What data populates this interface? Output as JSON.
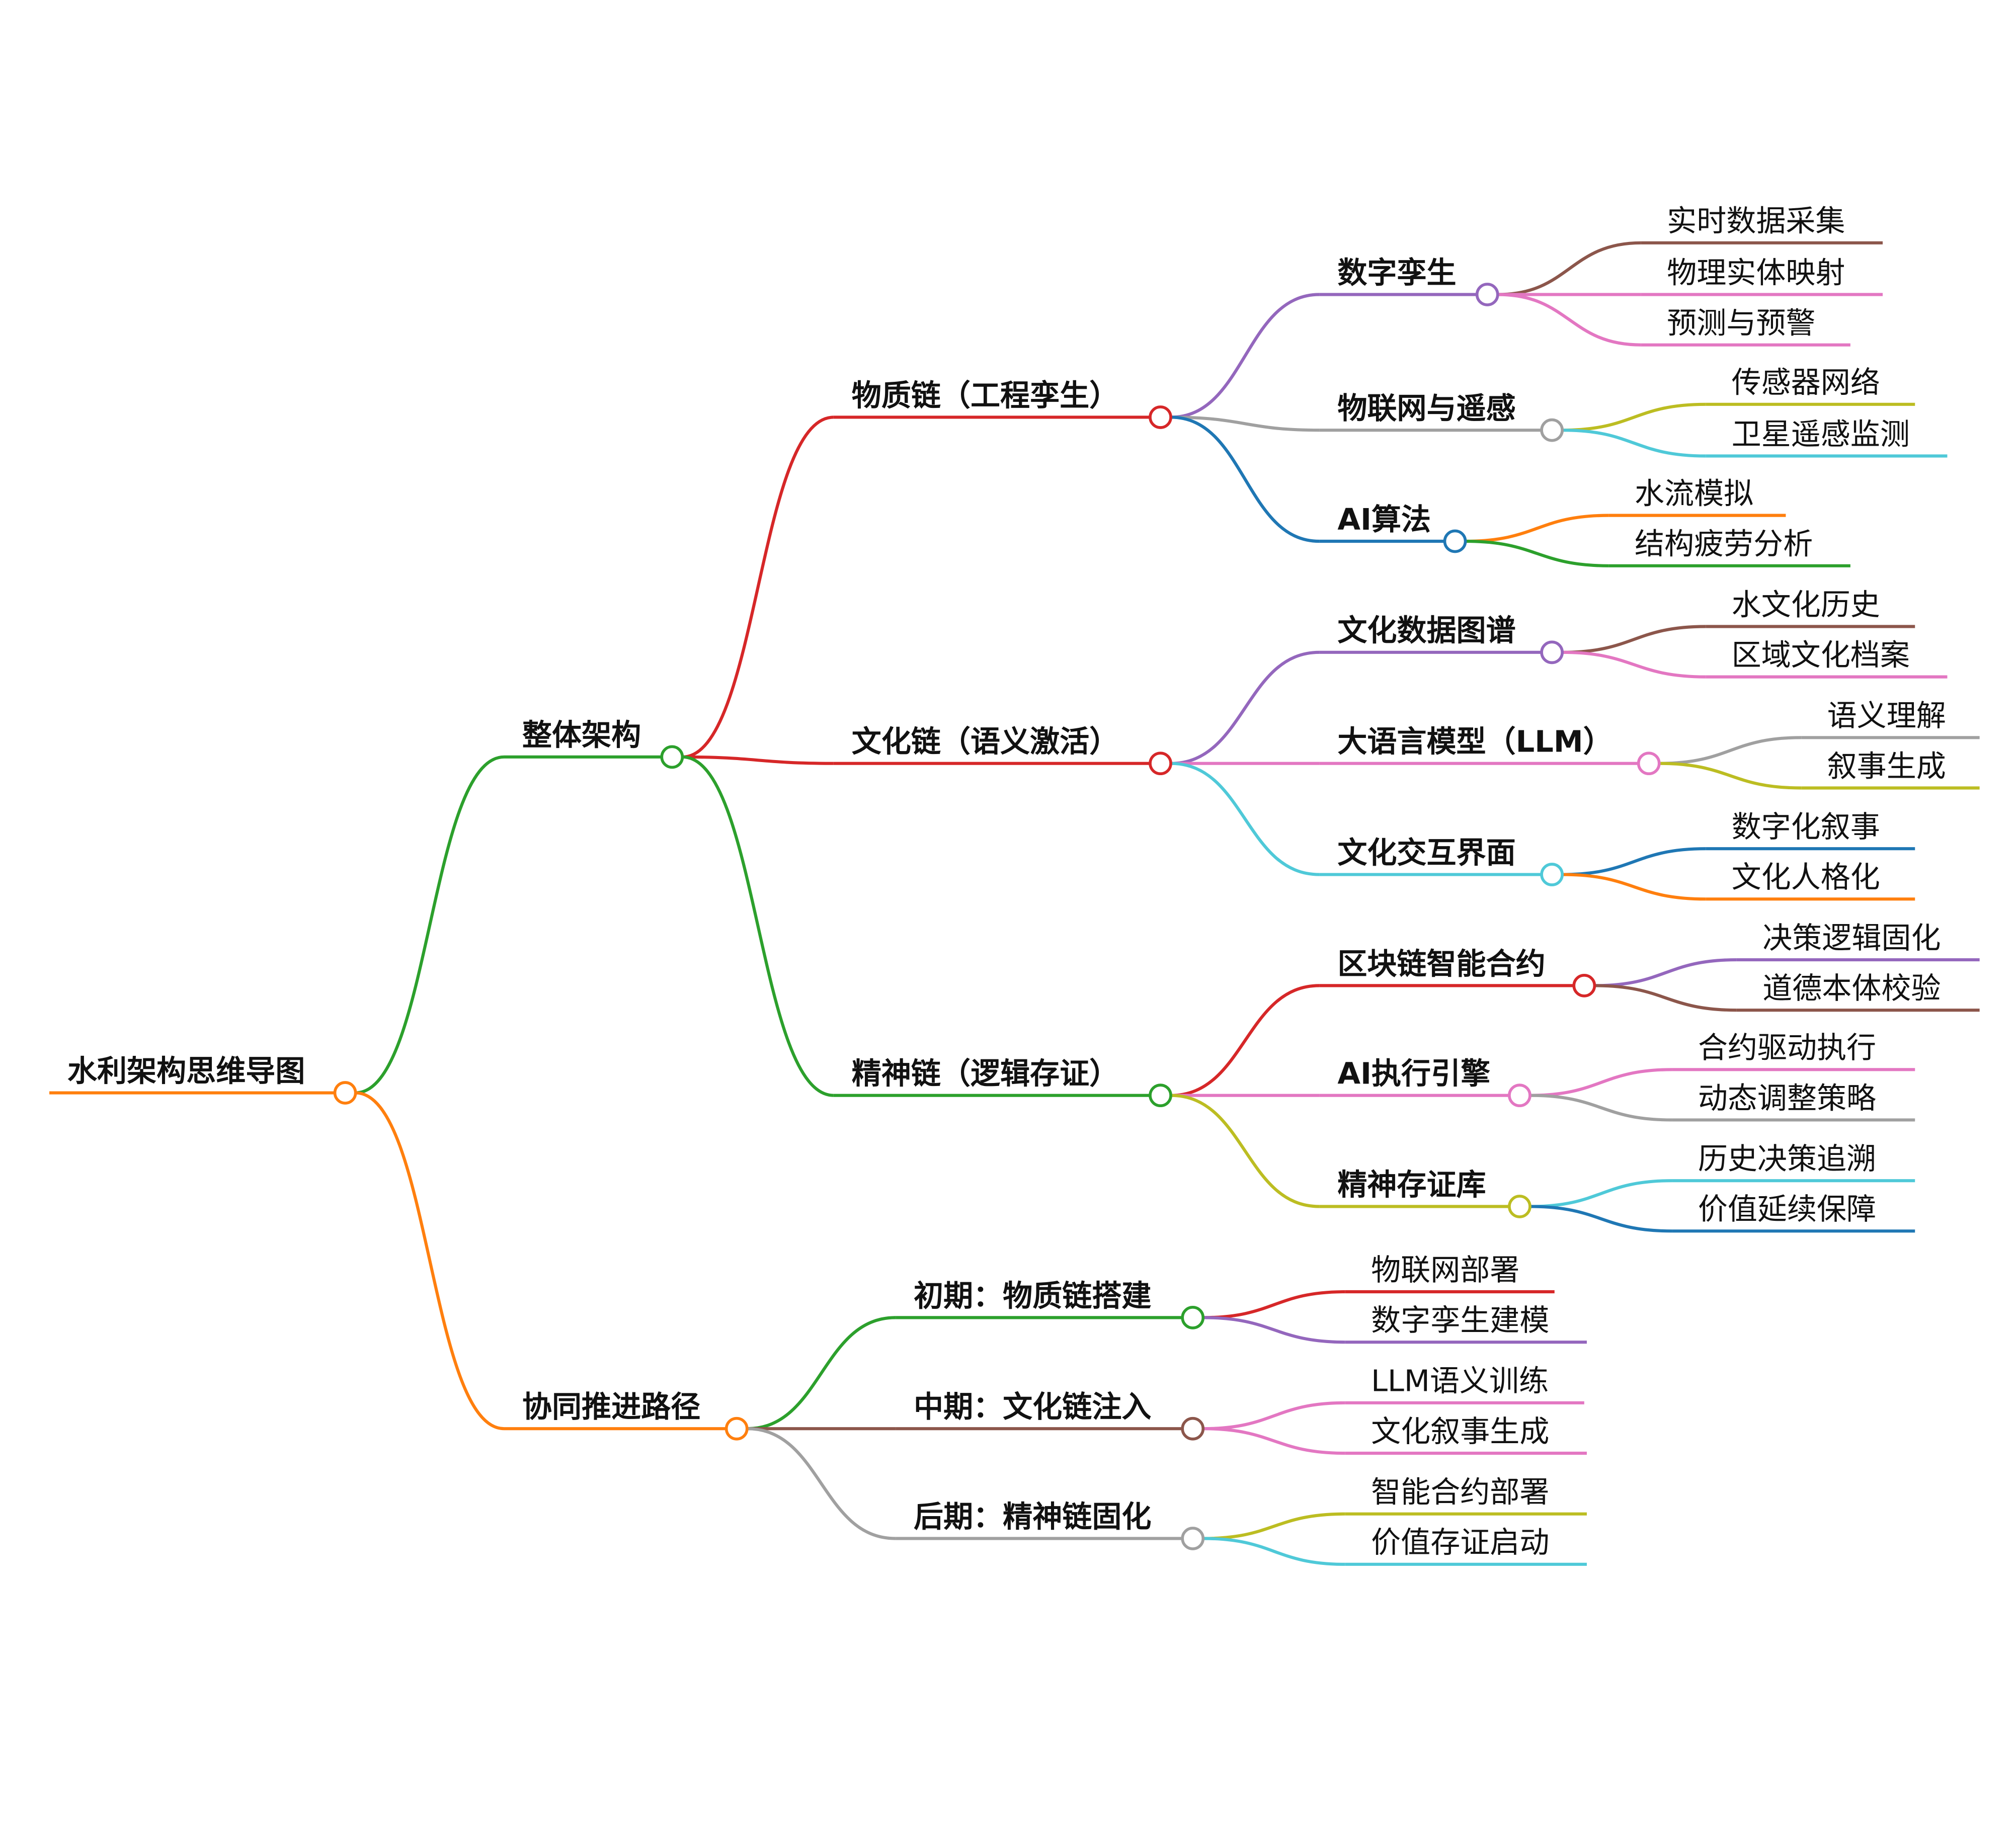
{
  "title": "水利架构思维导图",
  "root": {
    "label": "水利架构思维导图",
    "color": "#ff7f0e",
    "children": [
      {
        "label": "整体架构",
        "color": "#2ca02c",
        "children": [
          {
            "label": "物质链（工程孪生）",
            "color": "#d62728",
            "children": [
              {
                "label": "数字孪生",
                "color": "#9467bd",
                "children": [
                  {
                    "label": "实时数据采集",
                    "color": "#8c564b"
                  },
                  {
                    "label": "物理实体映射",
                    "color": "#e377c2"
                  },
                  {
                    "label": "预测与预警",
                    "color": "#e377c2"
                  }
                ]
              },
              {
                "label": "物联网与遥感",
                "color": "#a0a0a0",
                "children": [
                  {
                    "label": "传感器网络",
                    "color": "#bcbd22"
                  },
                  {
                    "label": "卫星遥感监测",
                    "color": "#4fc9d8"
                  }
                ]
              },
              {
                "label": "AI算法",
                "color": "#1f77b4",
                "children": [
                  {
                    "label": "水流模拟",
                    "color": "#ff7f0e"
                  },
                  {
                    "label": "结构疲劳分析",
                    "color": "#2ca02c"
                  }
                ]
              }
            ]
          },
          {
            "label": "文化链（语义激活）",
            "color": "#d62728",
            "children": [
              {
                "label": "文化数据图谱",
                "color": "#9467bd",
                "children": [
                  {
                    "label": "水文化历史",
                    "color": "#8c564b"
                  },
                  {
                    "label": "区域文化档案",
                    "color": "#e377c2"
                  }
                ]
              },
              {
                "label": "大语言模型（LLM）",
                "color": "#e377c2",
                "children": [
                  {
                    "label": "语义理解",
                    "color": "#a0a0a0"
                  },
                  {
                    "label": "叙事生成",
                    "color": "#bcbd22"
                  }
                ]
              },
              {
                "label": "文化交互界面",
                "color": "#4fc9d8",
                "children": [
                  {
                    "label": "数字化叙事",
                    "color": "#1f77b4"
                  },
                  {
                    "label": "文化人格化",
                    "color": "#ff7f0e"
                  }
                ]
              }
            ]
          },
          {
            "label": "精神链（逻辑存证）",
            "color": "#2ca02c",
            "children": [
              {
                "label": "区块链智能合约",
                "color": "#d62728",
                "children": [
                  {
                    "label": "决策逻辑固化",
                    "color": "#9467bd"
                  },
                  {
                    "label": "道德本体校验",
                    "color": "#8c564b"
                  }
                ]
              },
              {
                "label": "AI执行引擎",
                "color": "#e377c2",
                "children": [
                  {
                    "label": "合约驱动执行",
                    "color": "#e377c2"
                  },
                  {
                    "label": "动态调整策略",
                    "color": "#a0a0a0"
                  }
                ]
              },
              {
                "label": "精神存证库",
                "color": "#bcbd22",
                "children": [
                  {
                    "label": "历史决策追溯",
                    "color": "#4fc9d8"
                  },
                  {
                    "label": "价值延续保障",
                    "color": "#1f77b4"
                  }
                ]
              }
            ]
          }
        ]
      },
      {
        "label": "协同推进路径",
        "color": "#ff7f0e",
        "children": [
          {
            "label": "初期：物质链搭建",
            "color": "#2ca02c",
            "children": [
              {
                "label": "物联网部署",
                "color": "#d62728"
              },
              {
                "label": "数字孪生建模",
                "color": "#9467bd"
              }
            ]
          },
          {
            "label": "中期：文化链注入",
            "color": "#8c564b",
            "children": [
              {
                "label": "LLM语义训练",
                "color": "#e377c2"
              },
              {
                "label": "文化叙事生成",
                "color": "#e377c2"
              }
            ]
          },
          {
            "label": "后期：精神链固化",
            "color": "#a0a0a0",
            "children": [
              {
                "label": "智能合约部署",
                "color": "#bcbd22"
              },
              {
                "label": "价值存证启动",
                "color": "#4fc9d8"
              }
            ]
          }
        ]
      }
    ]
  }
}
